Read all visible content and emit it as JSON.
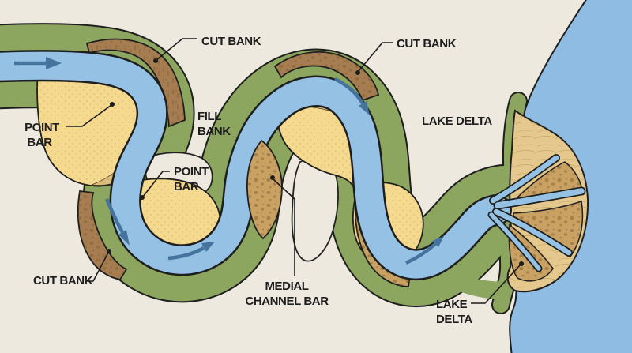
{
  "diagram": {
    "title": "Meandering river and lake delta plan-view diagram",
    "type": "geology-diagram"
  },
  "palette": {
    "background": "#EDE9DF",
    "vegetation_green": "#8CA660",
    "river_blue": "#95C1E4",
    "lake_blue": "#8FBCE3",
    "point_bar_yellow": "#F5D98E",
    "point_bar_tan": "#D9BB7C",
    "cut_bank_brown": "#A67D50",
    "delta_sand": "#E4C88D",
    "delta_bar_tan": "#C9A263",
    "outline_black": "#1E1E1E",
    "arrow_blue": "#44749E",
    "label_black": "#1D1D1D"
  },
  "icons": {
    "flow_arrow": "➜"
  },
  "labels": {
    "cut_bank_top_left": {
      "lines": [
        "CUT BANK"
      ]
    },
    "point_bar_left": {
      "lines": [
        "POINT",
        "BAR"
      ]
    },
    "fill_bank": {
      "lines": [
        "FILL",
        "BANK"
      ]
    },
    "point_bar_middle": {
      "lines": [
        "POINT",
        "BAR"
      ]
    },
    "cut_bank_bottom_left": {
      "lines": [
        "CUT BANK"
      ]
    },
    "cut_bank_top_right": {
      "lines": [
        "CUT BANK"
      ]
    },
    "lake_delta_top": {
      "lines": [
        "LAKE DELTA"
      ]
    },
    "medial_channel_bar": {
      "lines": [
        "MEDIAL",
        "CHANNEL BAR"
      ]
    },
    "lake_delta_bottom": {
      "lines": [
        "LAKE",
        "DELTA"
      ]
    }
  }
}
